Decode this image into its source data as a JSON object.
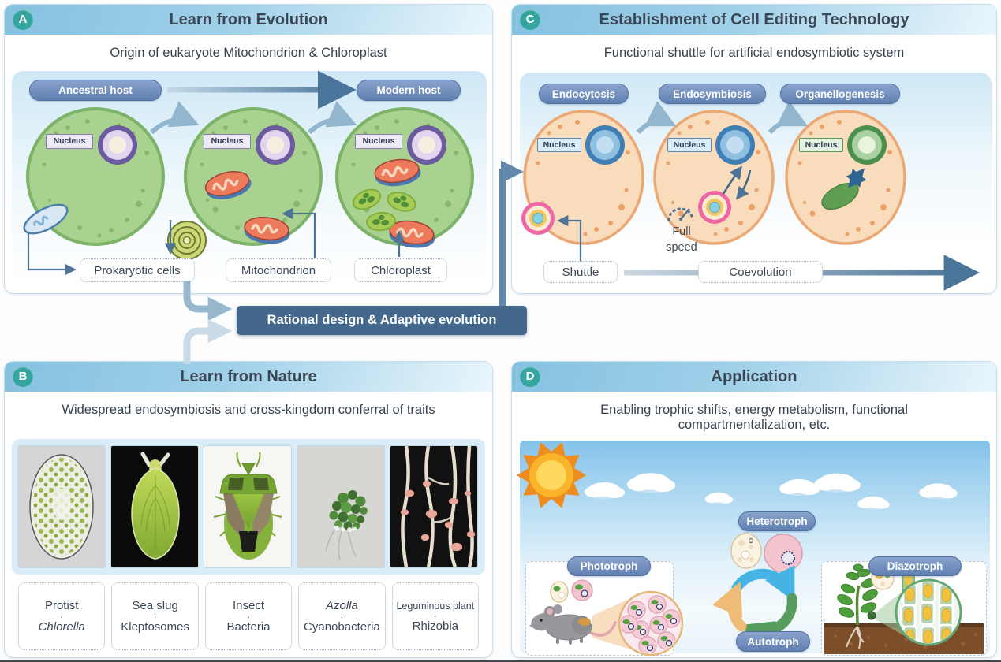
{
  "banner": {
    "label": "Rational design & Adaptive evolution"
  },
  "separator": "·",
  "panel_a": {
    "badge": "A",
    "title": "Learn from Evolution",
    "subtitle": "Origin of eukaryote Mitochondrion & Chloroplast",
    "host_start": "Ancestral host",
    "host_end": "Modern host",
    "nucleus": "Nucleus",
    "label_prokaryote": "Prokaryotic cells",
    "label_mitochondrion": "Mitochondrion",
    "label_chloroplast": "Chloroplast"
  },
  "panel_b": {
    "badge": "B",
    "title": "Learn from Nature",
    "subtitle": "Widespread endosymbiosis and cross-kingdom conferral of traits",
    "cards": [
      {
        "host": "Protist",
        "symbiont": "Chlorella"
      },
      {
        "host": "Sea slug",
        "symbiont": "Kleptosomes"
      },
      {
        "host": "Insect",
        "symbiont": "Bacteria"
      },
      {
        "host": "Azolla",
        "symbiont": "Cyanobacteria"
      },
      {
        "host": "Leguminous plant",
        "symbiont": "Rhizobia"
      }
    ],
    "photo_names": [
      "protist-micrograph",
      "sea-slug-photo",
      "shield-bug-photo",
      "azolla-photo",
      "root-nodules-photo"
    ]
  },
  "panel_c": {
    "badge": "C",
    "title": "Establishment of Cell Editing Technology",
    "subtitle": "Functional shuttle for artificial endosymbiotic system",
    "stages": [
      "Endocytosis",
      "Endosymbiosis",
      "Organellogenesis"
    ],
    "nucleus": "Nucleus",
    "full_speed": "Full speed",
    "label_shuttle": "Shuttle",
    "label_coevolution": "Coevolution"
  },
  "panel_d": {
    "badge": "D",
    "title": "Application",
    "subtitle": "Enabling trophic shifts, energy metabolism, functional compartmentalization, etc.",
    "roles": {
      "heterotroph": "Heterotroph",
      "phototroph": "Phototroph",
      "autotroph": "Autotroph",
      "diazotroph": "Diazotroph"
    }
  },
  "colors": {
    "badge_teal": "#35a69f",
    "pill_blue": "#6080b1",
    "banner_blue": "#44688c",
    "arrow_steel": "#5b82a8",
    "cell_green": "#a9d190",
    "cell_orange": "#f9dcbc",
    "header_blue": "#85c2e0"
  }
}
